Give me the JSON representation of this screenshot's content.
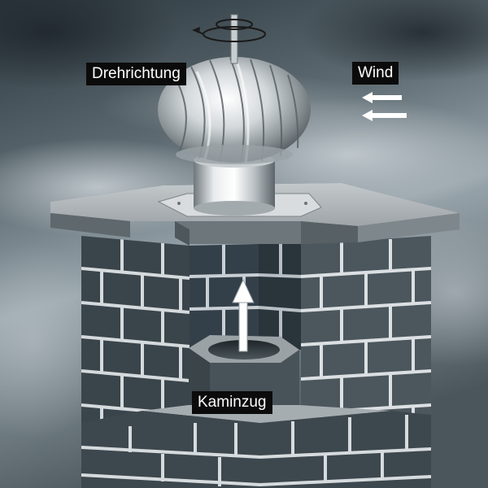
{
  "labels": {
    "rotation": "Drehrichtung",
    "wind": "Wind",
    "draft": "Kaminzug"
  },
  "colors": {
    "label_bg": "#0b0b0b",
    "label_text": "#ffffff",
    "sky_dark": "#2f3b42",
    "sky_light": "#aab5bb",
    "brick": "#3e4a50",
    "mortar": "#d7dcdf",
    "cap_top": "#aeb4b8",
    "steel": "#d9dde0",
    "arrow": "#ffffff"
  },
  "icons": {
    "rotation_arrow": "spiral-arrow-icon",
    "wind_arrow": "arrow-left-icon",
    "draft_arrow": "arrow-up-icon"
  }
}
